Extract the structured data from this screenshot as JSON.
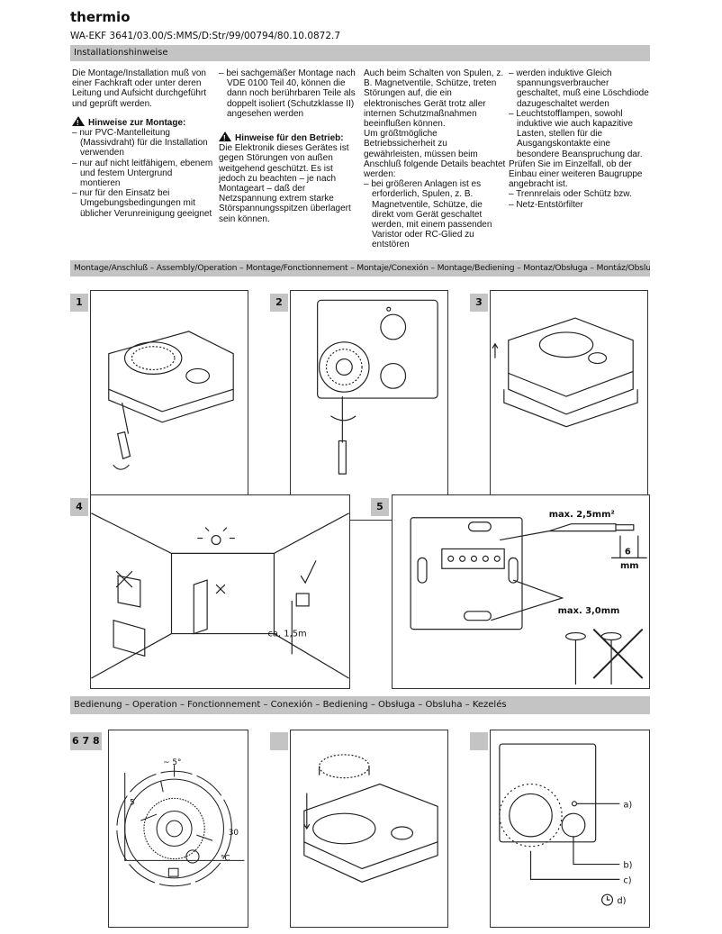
{
  "header": {
    "brand": "thermio",
    "code": "WA-EKF 3641/03.00/S:MMS/D:Str/99/00794/80.10.0872.7"
  },
  "sections": {
    "installation": "Installationshinweise",
    "assembly": "Montage/Anschluß – Assembly/Operation – Montage/Fonctionnement – Montaje/Conexión – Montage/Bediening – Montaz/Obsługa – Montáz/Obsluha – Szerelés/Kezelés",
    "operation": "Bedienung – Operation – Fonctionnement – Conexión – Bediening – Obsługa – Obsluha – Kezelés"
  },
  "text": {
    "col1_intro": "Die Montage/Installation muß von einer Fachkraft oder unter deren Leitung und Aufsicht durchgeführt und geprüft werden.",
    "col1_heading": "Hinweise zur Montage:",
    "col1_items": [
      "– nur PVC-Mantelleitung (Massivdraht) für die Installation verwenden",
      "– nur auf nicht leitfähigem, ebenem und festem Untergrund montieren",
      "– nur für den Einsatz bei Umgebungsbedingungen mit üblicher Verunreinigung geeignet"
    ],
    "col2_item": "– bei sachgemäßer Montage nach VDE 0100 Teil 40, können die dann noch berührbaren Teile als doppelt isoliert (Schutzklasse II) angesehen werden",
    "col2_heading": "Hinweise für den Betrieb:",
    "col2_body": "Die Elektronik dieses Gerätes ist gegen Störungen von außen weitgehend geschützt. Es ist jedoch zu beachten – je nach Montageart – daß der Netzspannung extrem starke Störspannungsspitzen überlagert sein können.",
    "col3_p1": "Auch beim Schalten von Spulen, z. B. Magnetventile, Schütze, treten Störungen auf, die ein elektronisches Gerät trotz aller internen Schutzmaßnahmen beeinflußen können.",
    "col3_p2": "Um größtmögliche Betriebssicherheit zu gewährleisten, müssen beim Anschluß folgende Details beachtet werden:",
    "col3_item": "– bei größeren Anlagen ist es erforderlich, Spulen, z. B. Magnetventile, Schütze, die direkt vom Gerät geschaltet werden, mit einem passenden Varistor oder RC-Glied zu entstören",
    "col4_items": [
      "– werden induktive Gleich spannungsverbraucher geschaltet, muß eine Löschdiode dazugeschaltet werden",
      "– Leuchtstofflampen, sowohl induktive wie auch kapazitive Lasten, stellen für die Ausgangskontakte eine besondere Beanspruchung dar."
    ],
    "col4_p": "Prüfen Sie im Einzelfall, ob der Einbau einer weiteren Baugruppe angebracht ist.",
    "col4_items2": [
      "– Trennrelais oder Schütz bzw.",
      "– Netz-Entstörfilter"
    ]
  },
  "figures": {
    "numbers": [
      "1",
      "2",
      "3",
      "4",
      "5",
      "6 7 8",
      "",
      ""
    ],
    "fig4": {
      "height": "ca. 1,5m"
    },
    "fig5": {
      "wire": "max. 2,5mm²",
      "strip": "6",
      "strip_unit": "mm",
      "screw": "max. 3,0mm"
    },
    "fig6": {
      "approx": "~ 5°",
      "min": "5",
      "max": "30",
      "unit": "°C"
    },
    "fig8": {
      "a": "a)",
      "b": "b)",
      "c": "c)",
      "d": "d)"
    }
  }
}
